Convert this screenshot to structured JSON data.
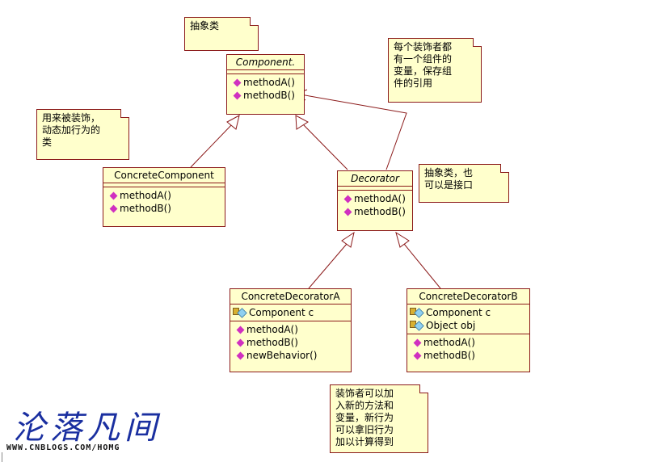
{
  "colors": {
    "box_fill": "#ffffcc",
    "box_border": "#8b1a1a",
    "method_icon": "#d030c0",
    "logo": "#1a2fa0"
  },
  "classes": {
    "component": {
      "name": "Component.",
      "methods": [
        "methodA()",
        "methodB()"
      ]
    },
    "concrete_component": {
      "name": "ConcreteComponent",
      "methods": [
        "methodA()",
        "methodB()"
      ]
    },
    "decorator": {
      "name": "Decorator",
      "methods": [
        "methodA()",
        "methodB()"
      ]
    },
    "concrete_decorator_a": {
      "name": "ConcreteDecoratorA",
      "attributes": [
        "Component c"
      ],
      "methods": [
        "methodA()",
        "methodB()",
        "newBehavior()"
      ]
    },
    "concrete_decorator_b": {
      "name": "ConcreteDecoratorB",
      "attributes": [
        "Component c",
        "Object obj"
      ],
      "methods": [
        "methodA()",
        "methodB()"
      ]
    }
  },
  "notes": {
    "abstract_class": "抽象类",
    "decorator_ref": [
      "每个装饰者都",
      "有一个组件的",
      "变量，保存组",
      "件的引用"
    ],
    "concrete_component": [
      "用来被装饰，",
      "动态加行为的",
      "类"
    ],
    "abstract_or_interface": [
      "抽象类，也",
      "可以是接口"
    ],
    "decorator_behavior": [
      "装饰者可以加",
      "入新的方法和",
      "变量，新行为",
      "可以拿旧行为",
      "加以计算得到"
    ]
  },
  "watermark": {
    "title": "沦落凡间",
    "url": "WWW.CNBLOGS.COM/HOMG"
  },
  "icons": {
    "method": "method-diamond-icon",
    "attribute": "attribute-lock-icon"
  }
}
